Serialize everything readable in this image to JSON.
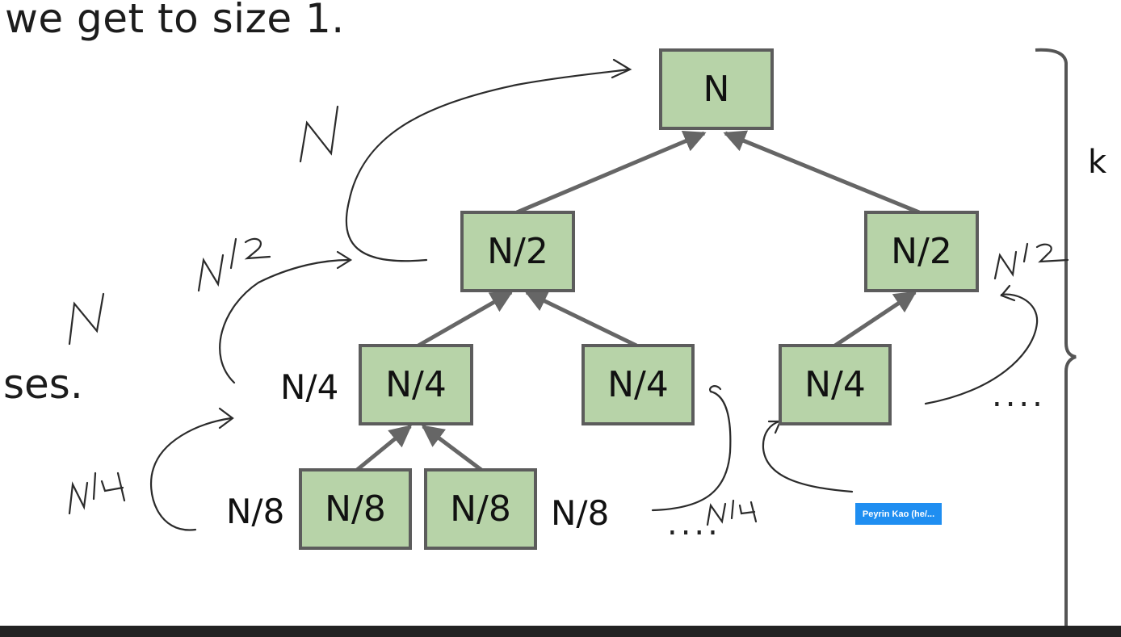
{
  "slide": {
    "heading": "we get to size 1.",
    "side_text": "ses.",
    "brace_label": "k"
  },
  "tree": {
    "root": "N",
    "level1_left": "N/2",
    "level1_right": "N/2",
    "level2_a": "N/4",
    "level2_b": "N/4",
    "level2_c": "N/4",
    "level3_a": "N/8",
    "level3_b": "N/8"
  },
  "outside_labels": {
    "n4_left": "N/4",
    "n8_left": "N/8",
    "n8_right": "N/8"
  },
  "ellipses": {
    "right": "....",
    "bottom": "...."
  },
  "handwriting": {
    "top": "N",
    "level1_left": "N/2",
    "level1_right": "N/2",
    "level2": "N",
    "level3_left": "N/4",
    "level3_right": "N/4"
  },
  "participant_badge": "Peyrin Kao (he/...",
  "colors": {
    "node_fill": "#b7d3a8",
    "node_border": "#5c5c5c",
    "edge": "#666666",
    "ink": "#2b2b2b",
    "badge": "#1f8ef1"
  }
}
